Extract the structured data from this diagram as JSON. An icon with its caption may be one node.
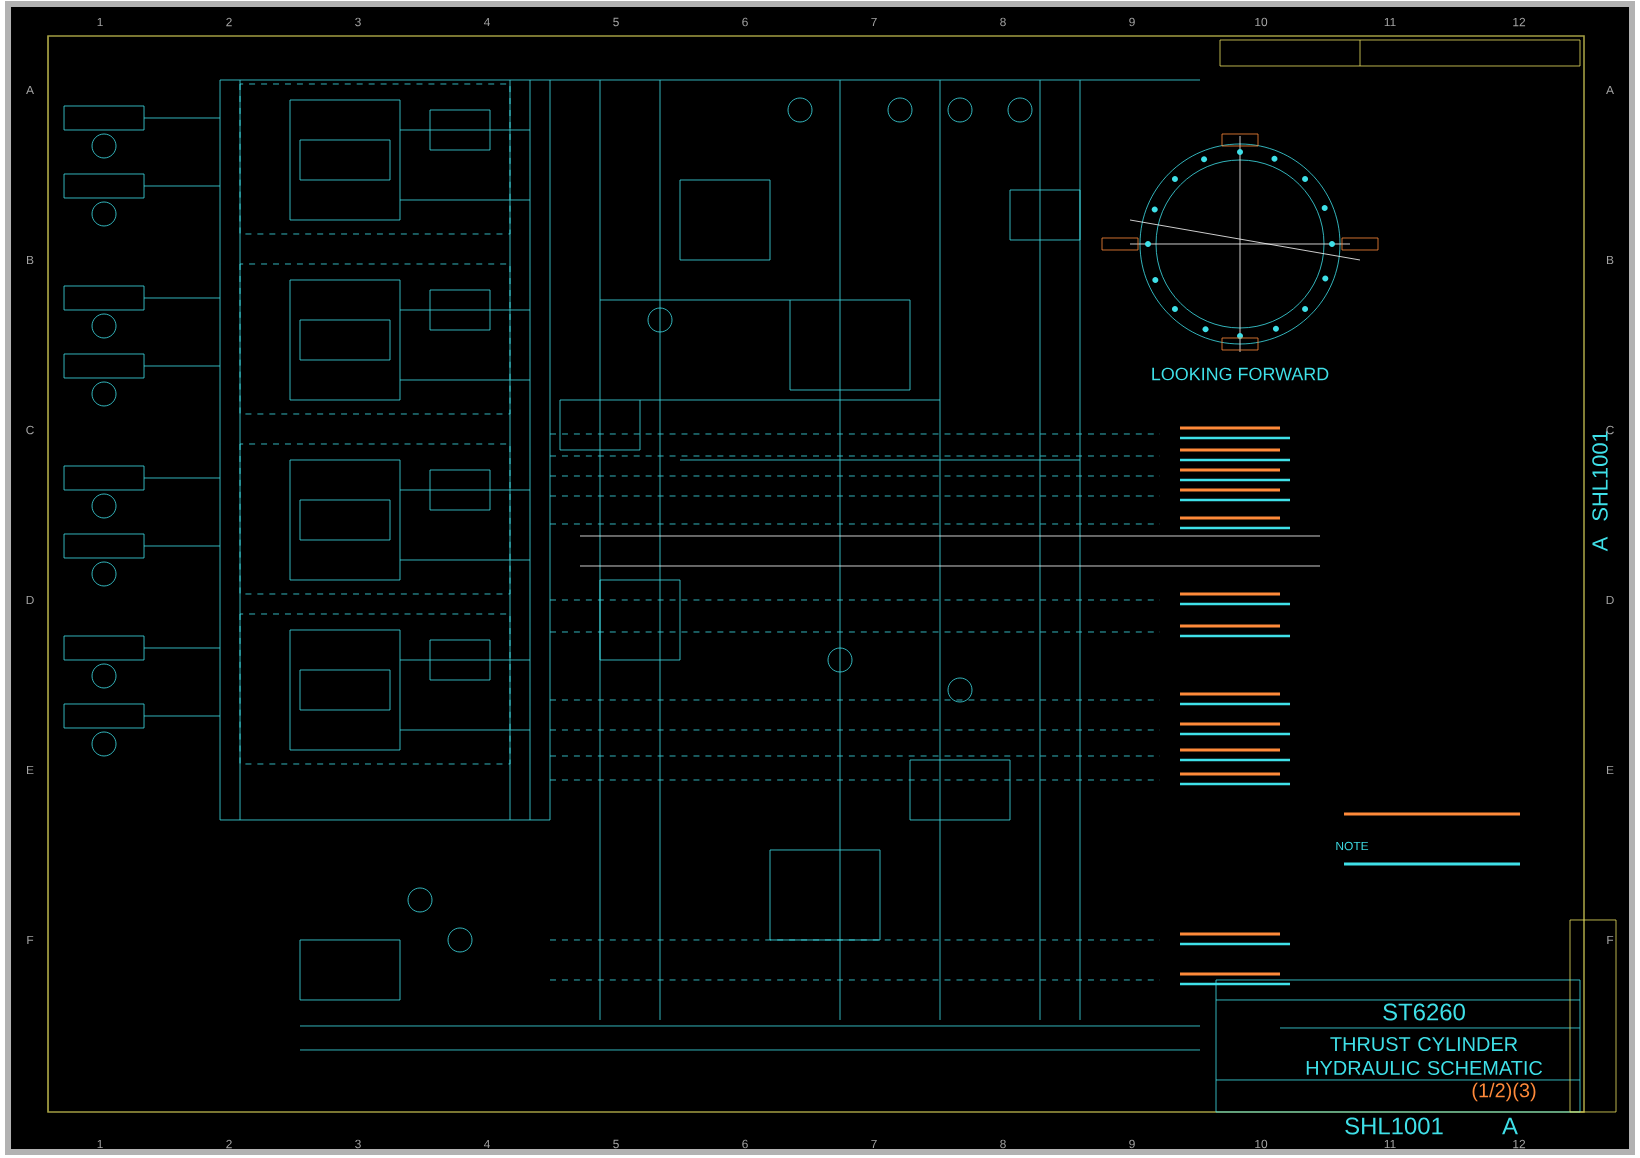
{
  "diagram": {
    "title": "THRUST CYLINDER HYDRAULIC SCHEMATIC",
    "labels": [
      "1",
      "2",
      "3",
      "4",
      "5",
      "6",
      "7",
      "8",
      "9",
      "10",
      "11",
      "12",
      "A",
      "B",
      "C",
      "D",
      "E",
      "F",
      "LOOKING FORWARD",
      "NOTE",
      "ST6260",
      "(1/2)(3)",
      "SHL1001",
      "A",
      "SHL1001",
      "A",
      "A",
      "B",
      "C",
      "D",
      "E",
      "F",
      "1",
      "2",
      "3",
      "4",
      "5",
      "6",
      "7",
      "8",
      "9",
      "10",
      "11",
      "12"
    ]
  }
}
